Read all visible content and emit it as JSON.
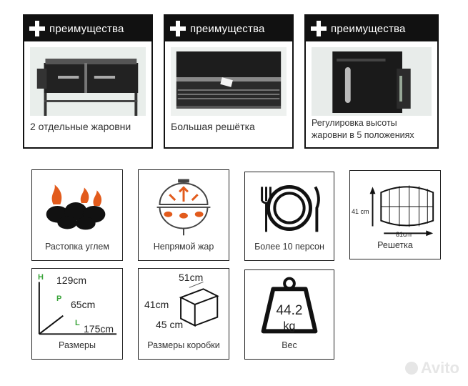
{
  "advantages": [
    {
      "title": "преимущества",
      "caption": "2 отдельные жаровни"
    },
    {
      "title": "преимущества",
      "caption": "Большая решётка"
    },
    {
      "title": "преимущества",
      "caption": "Регулировка высоты жаровни в 5 положениях"
    }
  ],
  "features": {
    "coal": "Растопка углем",
    "indirect": "Непрямой жар",
    "persons": "Более 10 персон",
    "grate": "Решетка",
    "grate_h": "41 cm",
    "grate_w": "81cm",
    "size": "Размеры",
    "size_h_letter": "H",
    "size_p_letter": "P",
    "size_l_letter": "L",
    "size_h": "129cm",
    "size_p": "65cm",
    "size_l": "175cm",
    "box": "Размеры коробки",
    "box_w": "51cm",
    "box_h": "41cm",
    "box_d": "45 cm",
    "weight": "Вес",
    "weight_value": "44.2",
    "weight_unit": "kg"
  },
  "watermark": "Avito"
}
